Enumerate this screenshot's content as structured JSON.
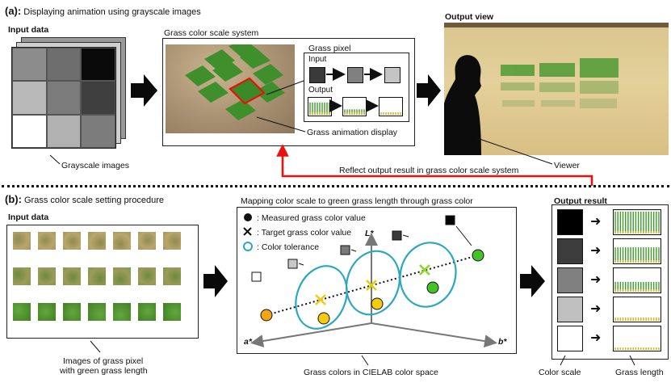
{
  "panel_a": {
    "tag": "(a):",
    "title": "Displaying animation using grayscale images",
    "input_title": "Input data",
    "grayscale_caption": "Grayscale images",
    "grayscale_grid": [
      "#8c8c8c",
      "#6e6e6e",
      "#0a0a0a",
      "#b9b9b9",
      "#7b7b7b",
      "#3f3f3f",
      "#ffffff",
      "#b1b1b1",
      "#7c7c7c"
    ],
    "scale_system_title": "Grass color scale system",
    "grass_pixel_title": "Grass pixel",
    "input_label": "Input",
    "output_label": "Output",
    "animation_caption": "Grass animation display",
    "output_view_title": "Output view",
    "viewer_caption": "Viewer",
    "feedback_caption": "Reflect output result in grass color scale system"
  },
  "panel_b": {
    "tag": "(b):",
    "title": "Grass color scale setting procedure",
    "input_title": "Input data",
    "images_caption_line1": "Images of grass pixel",
    "images_caption_line2": "with green grass length",
    "mapping_title": "Mapping color scale to green grass length through grass color",
    "legend": {
      "measured": ": Measured grass color value",
      "target": ": Target grass color value",
      "tolerance": ": Color tolerance"
    },
    "axis_l": "L*",
    "axis_a": "a*",
    "axis_b": "b*",
    "cielab_caption": "Grass colors in CIELAB color space",
    "output_result_title": "Output result",
    "color_scale_caption": "Color scale",
    "grass_length_caption": "Grass length",
    "scale_colors": [
      "#000000",
      "#3c3c3c",
      "#808080",
      "#c0c0c0",
      "#ffffff"
    ],
    "grass_levels": [
      1.0,
      0.7,
      0.45,
      0.15,
      0.08
    ]
  },
  "colors": {
    "arrow_red": "#e8120c",
    "tolerance_ring": "#2ba8c0",
    "measured_orange": "#f2a516",
    "measured_yellow": "#f3cc10",
    "measured_green": "#44c22a",
    "grass_green": "#3e9a2c",
    "grass_yellow": "#d9b41a"
  }
}
